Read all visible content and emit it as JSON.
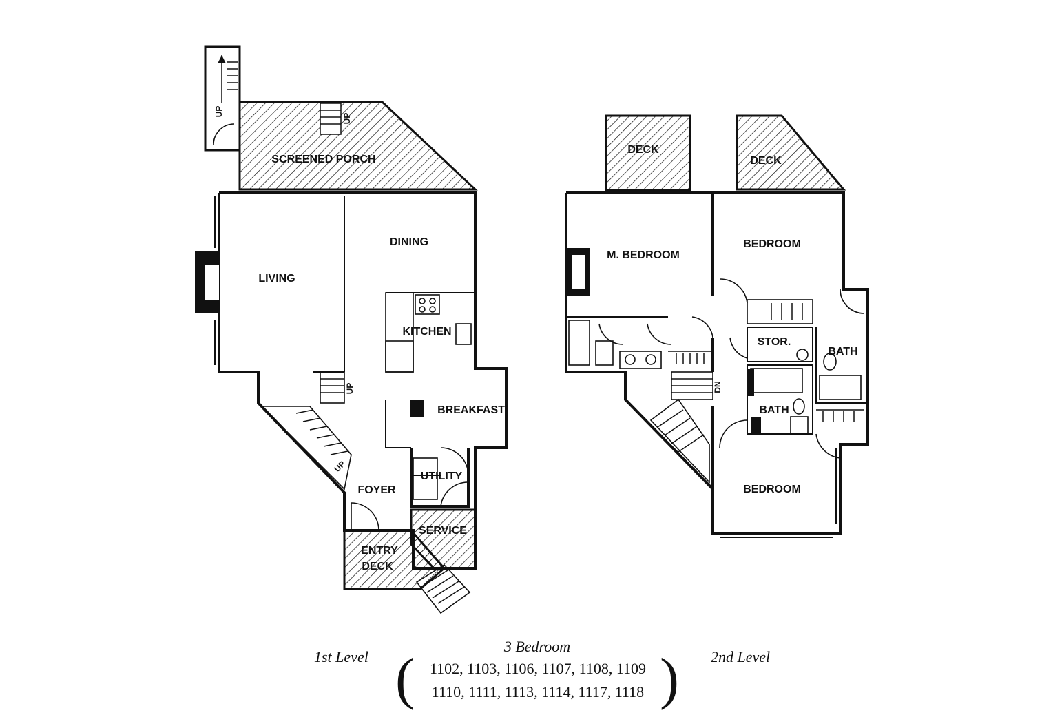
{
  "first_level": {
    "caption": "1st Level",
    "rooms": {
      "screened_porch": "SCREENED PORCH",
      "living": "LIVING",
      "dining": "DINING",
      "kitchen": "KITCHEN",
      "breakfast": "BREAKFAST",
      "utility": "UTILITY",
      "foyer": "FOYER",
      "service": "SERVICE",
      "entry_deck_1": "ENTRY",
      "entry_deck_2": "DECK"
    },
    "stair_labels": [
      "UP",
      "UP",
      "UP",
      "UP"
    ]
  },
  "second_level": {
    "caption": "2nd Level",
    "rooms": {
      "deck_left": "DECK",
      "deck_right": "DECK",
      "master_bedroom": "M. BEDROOM",
      "bedroom_top": "BEDROOM",
      "storage": "STOR.",
      "bath_right": "BATH",
      "bath_center": "BATH",
      "bedroom_bottom": "BEDROOM"
    },
    "stair_labels": [
      "DN"
    ]
  },
  "unit_info": {
    "heading": "3 Bedroom",
    "line1": "1102, 1103, 1106, 1107, 1108, 1109",
    "line2": "1110, 1111, 1113, 1114, 1117, 1118"
  }
}
